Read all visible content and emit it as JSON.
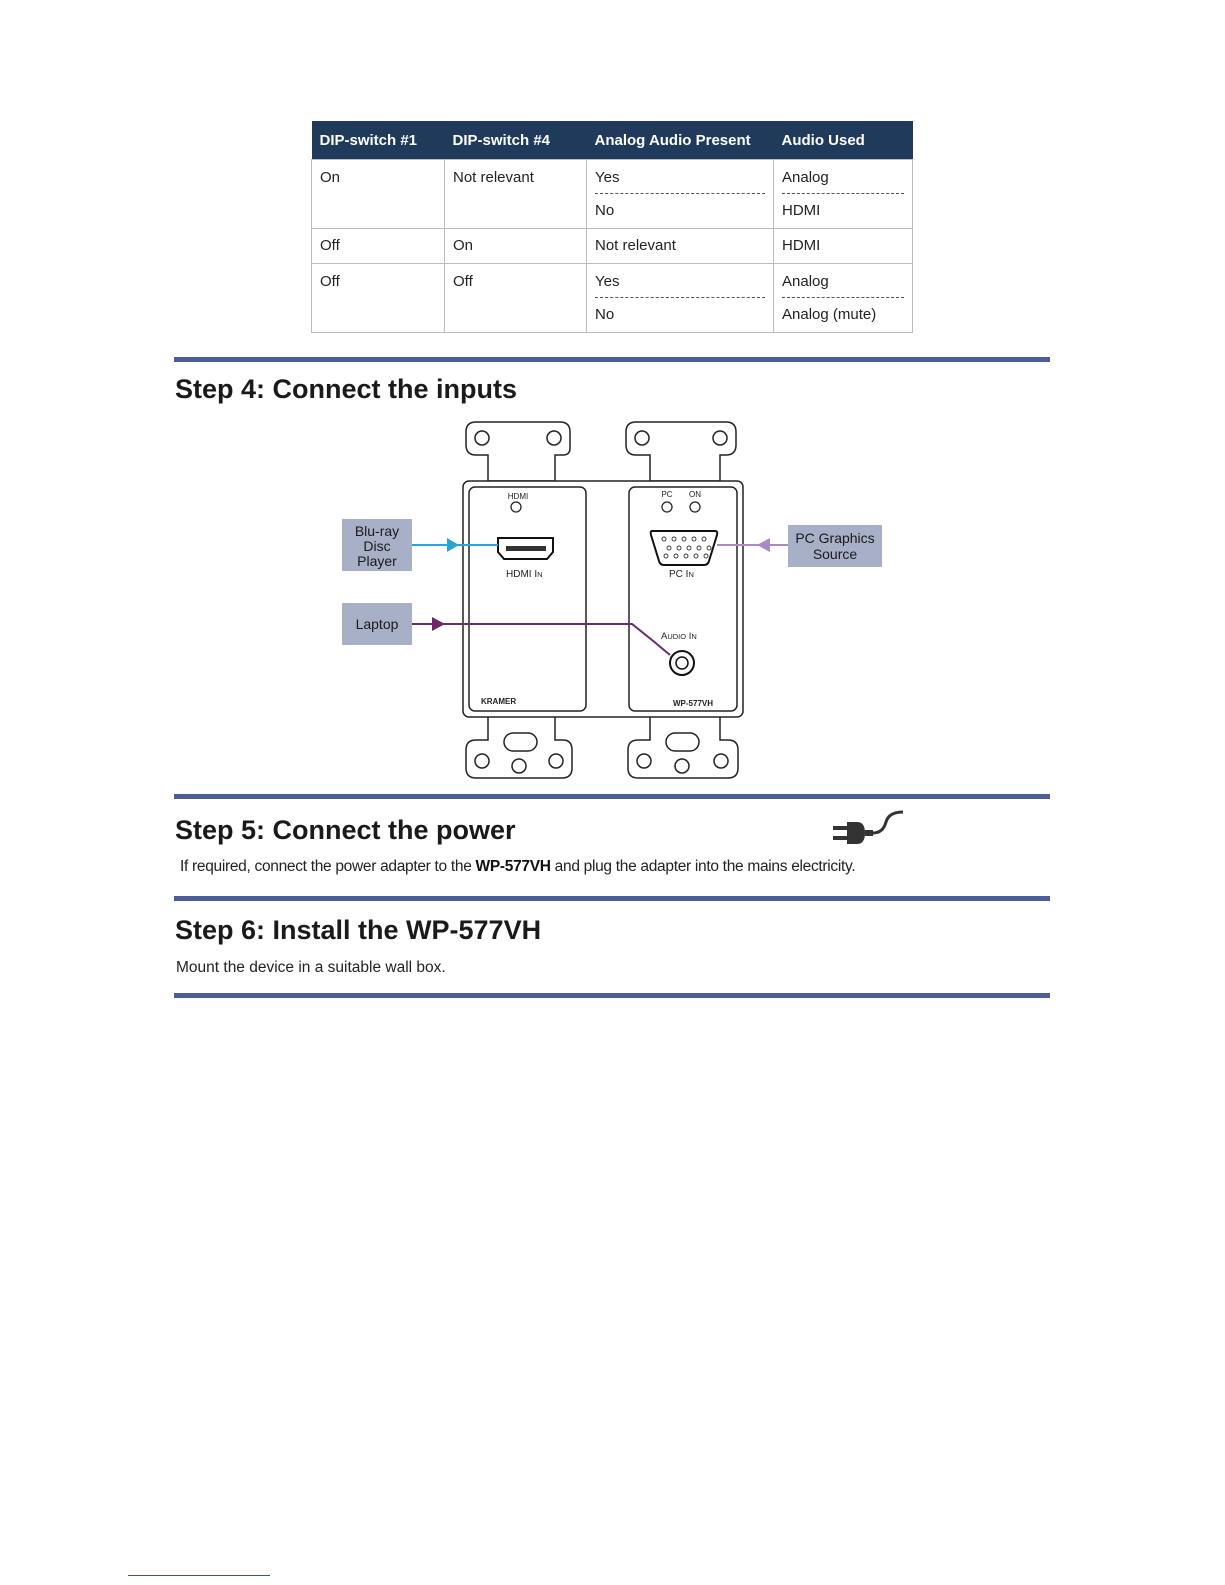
{
  "table": {
    "headers": [
      "DIP-switch #1",
      "DIP-switch #4",
      "Analog Audio Present",
      "Audio Used"
    ],
    "rows": [
      {
        "dip1": "On",
        "dip4": "Not relevant",
        "analog_present": [
          "Yes",
          "No"
        ],
        "audio_used": [
          "Analog",
          "HDMI"
        ]
      },
      {
        "dip1": "Off",
        "dip4": "On",
        "analog_present": [
          "Not relevant"
        ],
        "audio_used": [
          "HDMI"
        ]
      },
      {
        "dip1": "Off",
        "dip4": "Off",
        "analog_present": [
          "Yes",
          "No"
        ],
        "audio_used": [
          "Analog",
          "Analog (mute)"
        ]
      }
    ]
  },
  "step4": {
    "title": "Step 4: Connect the inputs",
    "diagram": {
      "sources": {
        "bluray": [
          "Blu-ray",
          "Disc",
          "Player"
        ],
        "laptop": "Laptop",
        "pc": [
          "PC Graphics",
          "Source"
        ]
      },
      "left_panel": {
        "led_label": "HDMI",
        "port_label_main": "HDMI I",
        "port_label_small": "N",
        "brand": "KRAMER"
      },
      "right_panel": {
        "led_pc": "PC",
        "led_on": "ON",
        "pc_label_main": "PC I",
        "pc_label_small": "N",
        "audio_label_a": "A",
        "audio_label_b": "UDIO",
        "audio_label_c": "I",
        "audio_label_d": "N",
        "model": "WP-577VH"
      },
      "colors": {
        "hdmi_line": "#2ba3d6",
        "laptop_line": "#6b2a6e",
        "pc_line": "#a98ac4",
        "source_box": "#a8b0c8"
      }
    }
  },
  "step5": {
    "title": "Step 5: Connect the power",
    "text_before": "If required, connect the power adapter to the ",
    "text_bold": "WP-577VH",
    "text_after": " and plug the adapter into the mains electricity.",
    "icon": "power-plug-icon"
  },
  "step6": {
    "title": "Step 6: Install the WP-577VH",
    "text": "Mount the device in a suitable wall box."
  }
}
